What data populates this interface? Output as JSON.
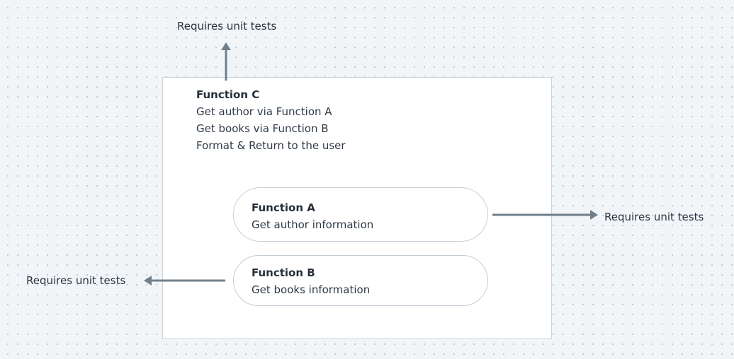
{
  "diagram": {
    "function_c": {
      "title": "Function C",
      "lines": [
        "Get author via Function A",
        "Get books via Function B",
        "Format & Return to the user"
      ]
    },
    "function_a": {
      "title": "Function A",
      "description": "Get author information"
    },
    "function_b": {
      "title": "Function B",
      "description": "Get books information"
    },
    "annotations": {
      "top": "Requires unit tests",
      "right": "Requires unit tests",
      "left": "Requires unit tests"
    },
    "colors": {
      "arrow": "#6f7f8c",
      "box_border": "#c9d3dc",
      "background": "#f1f5f8"
    }
  }
}
